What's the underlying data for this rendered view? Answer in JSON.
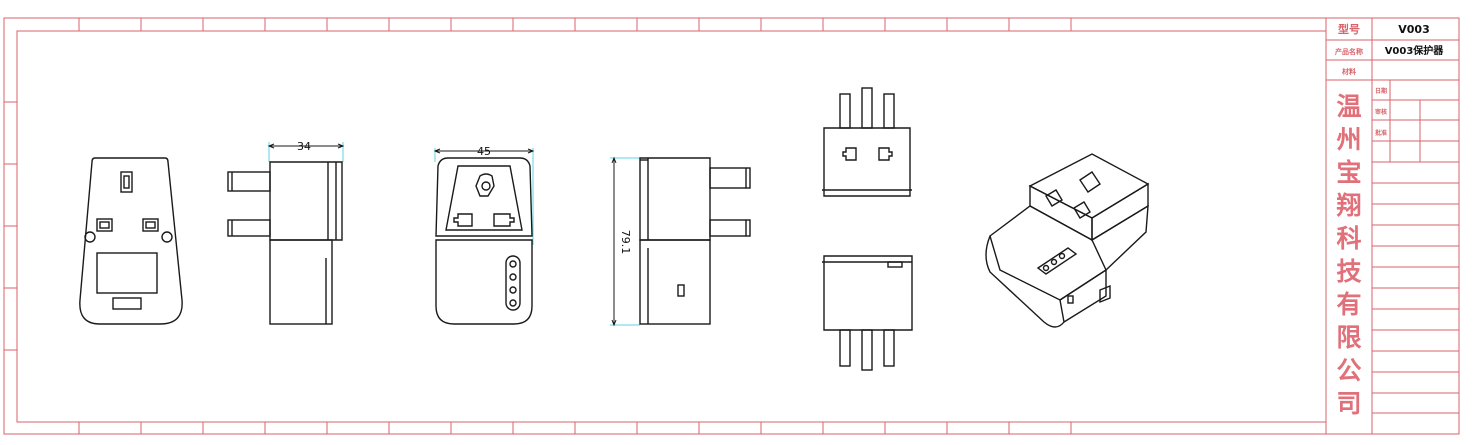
{
  "title_block": {
    "model_label": "型号",
    "model_value": "V003",
    "product_name_label": "产品名称",
    "product_name_value": "V003保护器",
    "material_label": "材料",
    "date_label": "日期",
    "review_label": "审核",
    "approve_label": "批准"
  },
  "company_chars": [
    "温",
    "州",
    "宝",
    "翔",
    "科",
    "技",
    "有",
    "限",
    "公",
    "司"
  ],
  "dimensions": {
    "side_width": "34",
    "front_width": "45",
    "height": "79.1"
  },
  "colors": {
    "border": "#d9636b",
    "company_text": "#e0707a",
    "dimension_guide": "#5fd3e3",
    "linework": "#1a1a1a"
  }
}
